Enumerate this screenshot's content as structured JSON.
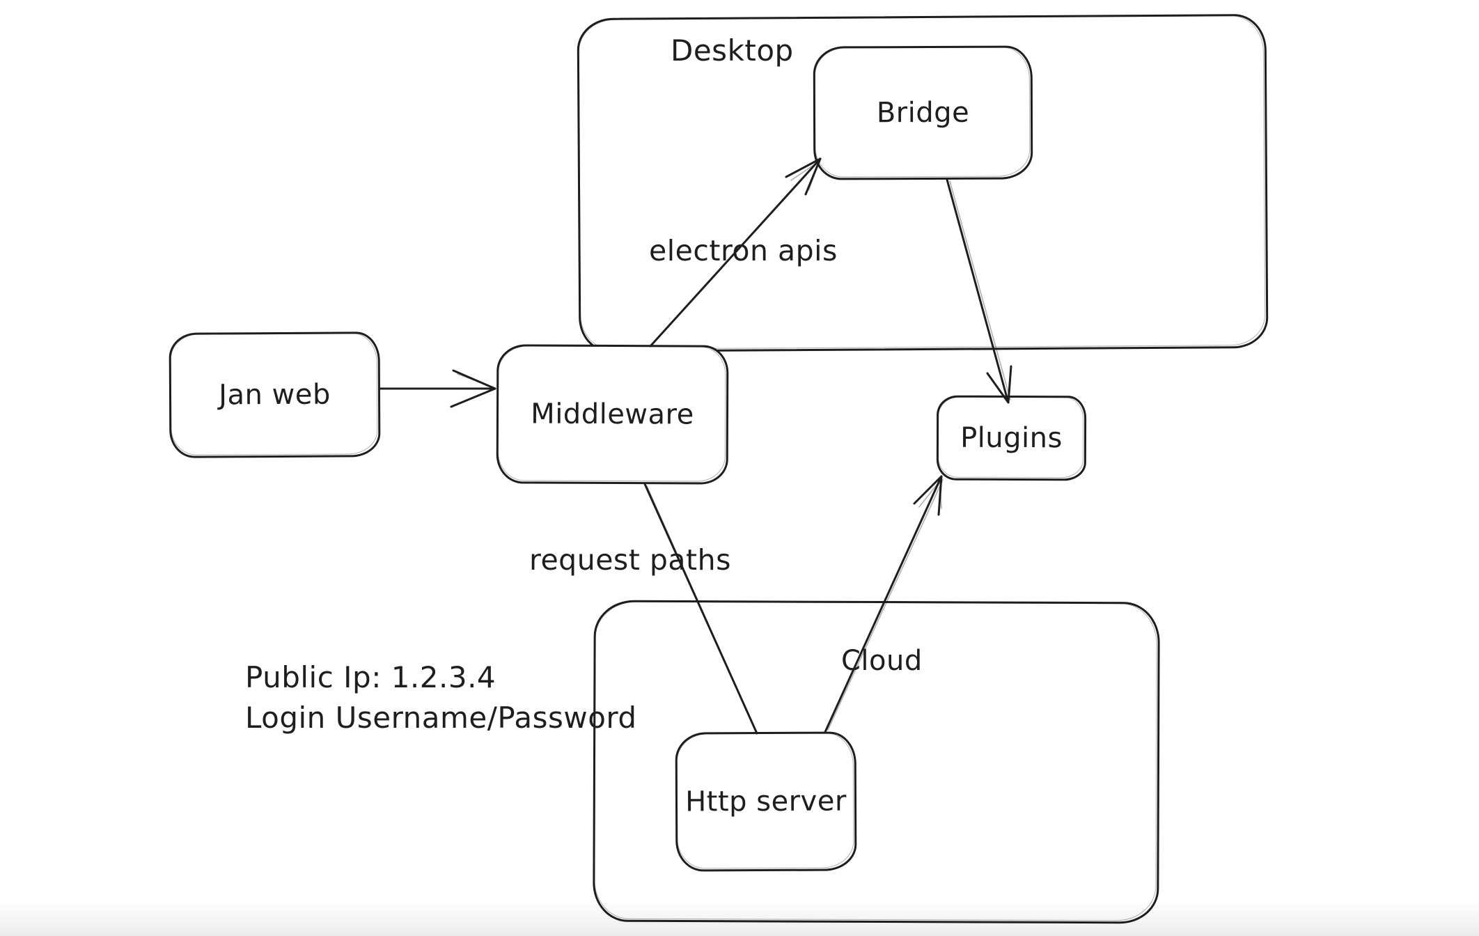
{
  "colors": {
    "stroke": "#1e1e1e",
    "background": "#ffffff"
  },
  "containers": {
    "desktop": {
      "label": "Desktop"
    },
    "cloud": {
      "label": "Cloud"
    }
  },
  "nodes": {
    "jan_web": {
      "label": "Jan web"
    },
    "middleware": {
      "label": "Middleware"
    },
    "bridge": {
      "label": "Bridge"
    },
    "plugins": {
      "label": "Plugins"
    },
    "http_server": {
      "label": "Http server"
    }
  },
  "edge_labels": {
    "electron_apis": "electron apis",
    "request_paths": "request paths"
  },
  "notes": {
    "public_ip": "Public Ip: 1.2.3.4",
    "login": "Login Username/Password"
  }
}
